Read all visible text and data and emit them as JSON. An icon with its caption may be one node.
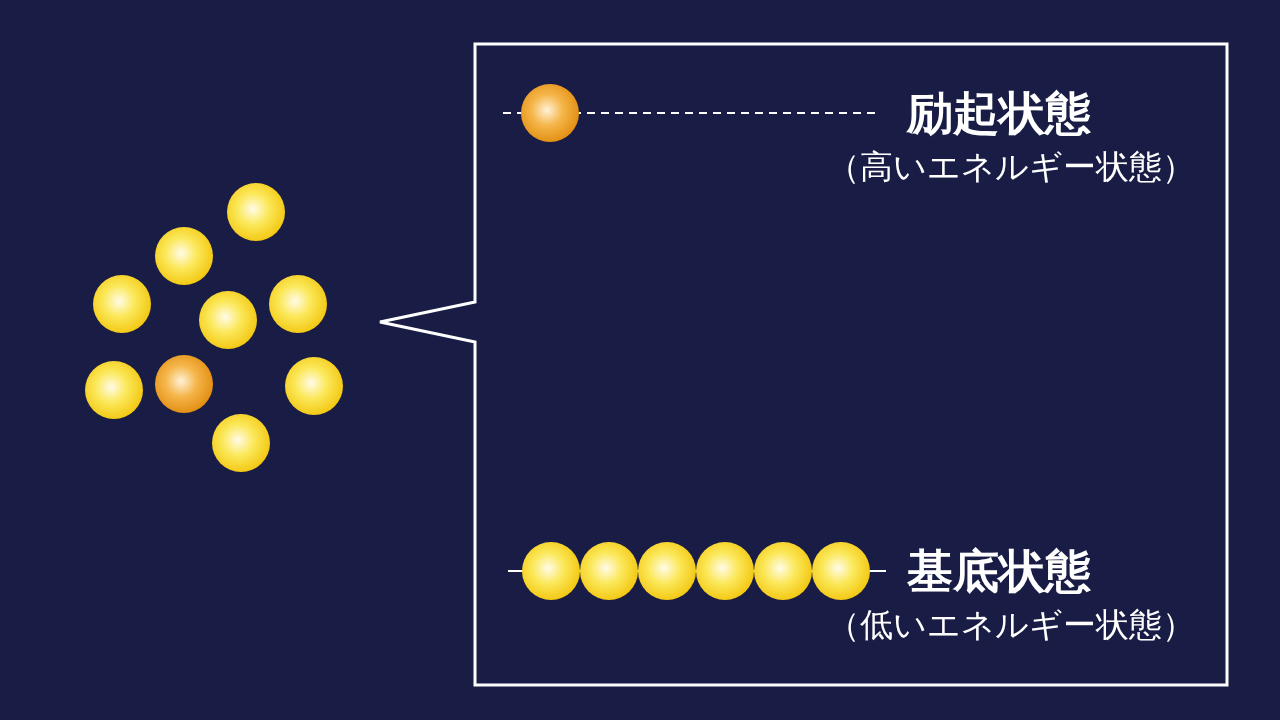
{
  "diagram": {
    "labels": [
      "励起状態",
      "（高いエネルギー状態）",
      "基底状態",
      "（低いエネルギー状態）"
    ]
  }
}
